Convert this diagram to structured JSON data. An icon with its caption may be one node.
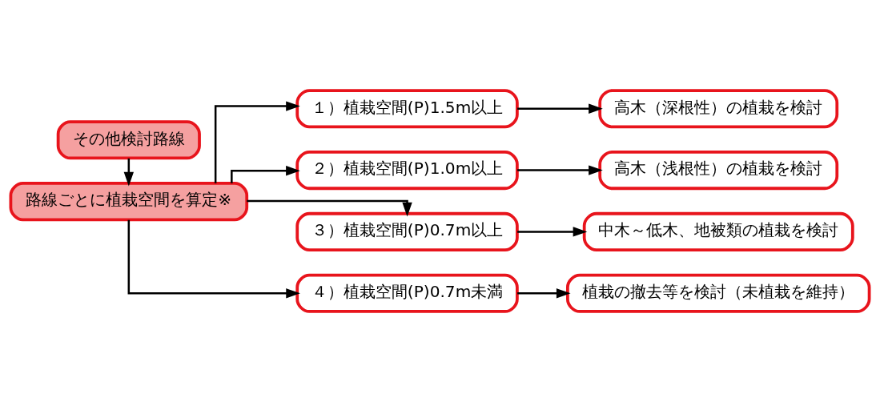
{
  "diagram": {
    "nodes": [
      {
        "text": [
          "その他検討路線"
        ]
      },
      {
        "text": [
          "路線ごとに植栽空間を算定※"
        ]
      },
      {
        "text": [
          "１）植栽空間(P)1.5m以上"
        ]
      },
      {
        "text": [
          "２）植栽空間(P)1.0m以上"
        ]
      },
      {
        "text": [
          "３）植栽空間(P)0.7m以上"
        ]
      },
      {
        "text": [
          "４）植栽空間(P)0.7m未満"
        ]
      },
      {
        "text": [
          "高木（深根性）の植栽を検討"
        ]
      },
      {
        "text": [
          "高木（浅根性）の植栽を検討"
        ]
      },
      {
        "text": [
          "中木～低木、地被類の植栽を検討"
        ]
      },
      {
        "text": [
          "植栽の撤去等を検討（未植栽を維持）"
        ]
      }
    ],
    "edges": [
      {
        "from": 0,
        "to": 1,
        "arrow": "to"
      },
      {
        "from": 1,
        "to": 2,
        "arrow": "to"
      },
      {
        "from": 1,
        "to": 3,
        "arrow": "to"
      },
      {
        "from": 1,
        "to": 4,
        "arrow": "to"
      },
      {
        "from": 1,
        "to": 5,
        "arrow": "to"
      },
      {
        "from": 2,
        "to": 6,
        "arrow": "to"
      },
      {
        "from": 3,
        "to": 7,
        "arrow": "to"
      },
      {
        "from": 4,
        "to": 8,
        "arrow": "to"
      },
      {
        "from": 5,
        "to": 9,
        "arrow": "to"
      }
    ]
  }
}
